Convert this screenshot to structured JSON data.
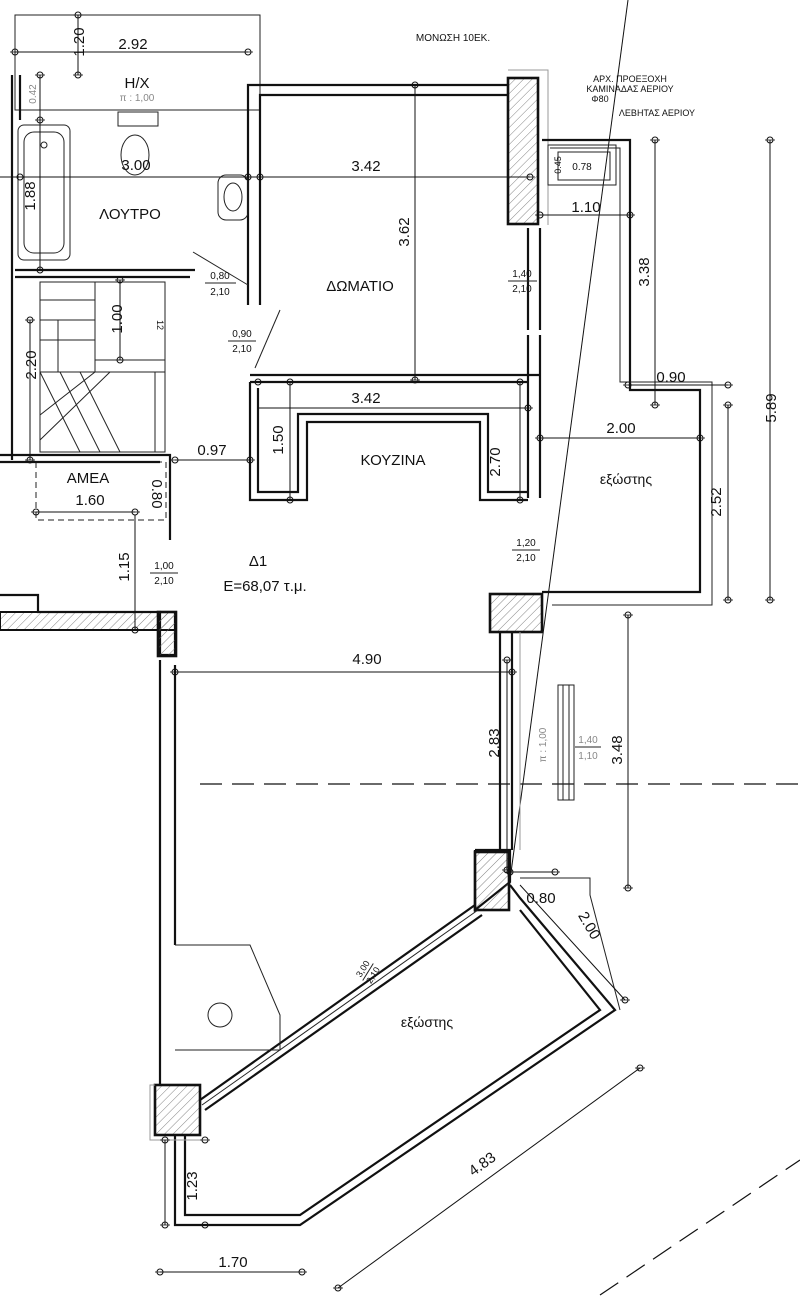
{
  "rooms": {
    "bath": "ΛΟΥΤΡΟ",
    "wc": "Η/Χ",
    "bedroom": "ΔΩΜΑΤΙΟ",
    "kitchen": "ΚΟΥΖΙΝΑ",
    "accessible": "ΑΜΕΑ",
    "unit_name": "Δ1",
    "unit_area": "Ε=68,07 τ.μ.",
    "balcony_top": "εξώστης",
    "balcony_bottom": "εξώστης"
  },
  "notes": {
    "insulation": "ΜΟΝΩΣΗ 10ΕΚ.",
    "chimney_1": "ΑΡΧ. ΠΡΟΕΞΟΧΗ",
    "chimney_2": "ΚΑΜΙΝΑΔΑΣ ΑΕΡΙΟΥ",
    "chimney_3": "Φ80",
    "boiler": "ΛΕΒΗΤΑΣ ΑΕΡΙΟΥ",
    "wc_sill": "π : 1,00",
    "window_sill": "π : 1,00"
  },
  "dimensions": {
    "d_292": "2.92",
    "d_120": "1.20",
    "d_042": "0.42",
    "d_300": "3.00",
    "d_188": "1.88",
    "d_342_top": "3.42",
    "d_362": "3.62",
    "d_110": "1.10",
    "d_078": "0.78",
    "d_045": "0.45",
    "d_338": "3.38",
    "d_589": "5.89",
    "d_100": "1.00",
    "d_220": "2.20",
    "d_090": "0.90",
    "d_342_mid": "3.42",
    "d_150": "1.50",
    "d_097": "0.97",
    "d_270": "2.70",
    "d_200_balc": "2.00",
    "d_252": "2.52",
    "d_160": "1.60",
    "d_080_amea": "0.80",
    "d_115": "1.15",
    "d_490": "4.90",
    "d_283": "2.83",
    "d_348": "3.48",
    "d_080_bot": "0.80",
    "d_200_diag": "2.00",
    "d_483": "4.83",
    "d_123": "1.23",
    "d_170": "1.70"
  },
  "openings": {
    "door_bath_w": "0,80",
    "door_bath_h": "2,10",
    "door_room_w": "1,40",
    "door_room_h": "2,10",
    "door_hall_w": "0,90",
    "door_hall_h": "2,10",
    "door_balc_w": "1,20",
    "door_balc_h": "2,10",
    "door_entry_w": "1,00",
    "door_entry_h": "2,10",
    "window_w": "1,40",
    "window_h": "1,10",
    "slider_w": "3,00",
    "slider_h": "2,10"
  },
  "stair_mark": "12"
}
